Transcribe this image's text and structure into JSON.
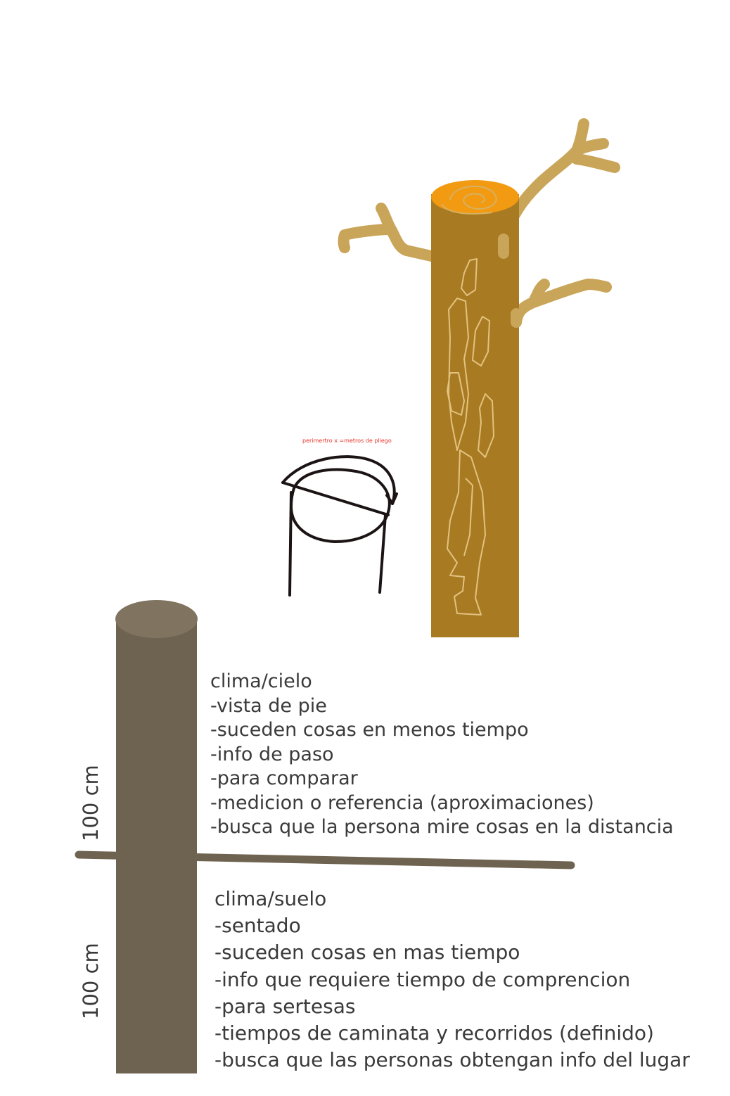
{
  "annotation": "perimertro x =metros de pliego",
  "measure_top": "100 cm",
  "measure_bottom": "100 cm",
  "upper_section": {
    "title": "clima/cielo",
    "items": [
      "-vista de pie",
      "-suceden cosas en menos tiempo",
      "-info de paso",
      "-para comparar",
      "-medicion o referencia (aproximaciones)",
      "-busca que la persona mire cosas en la distancia"
    ]
  },
  "lower_section": {
    "title": "clima/suelo",
    "items": [
      "-sentado",
      "-suceden cosas en mas tiempo",
      "-info que requiere tiempo de comprencion",
      "-para sertesas",
      "-tiempos de caminata y recorridos (definido)",
      "-busca que las personas obtengan info del lugar"
    ]
  },
  "colors": {
    "trunk": "#a87a22",
    "trunk_top": "#f29a12",
    "branch": "#c9a55a",
    "bark_pattern": "#e2c27f",
    "post": "#6e6350",
    "post_top": "#807460",
    "divider": "#6e6350",
    "sketch": "#1c1414",
    "text": "#3a3a3a",
    "annotation": "#e8322a"
  }
}
